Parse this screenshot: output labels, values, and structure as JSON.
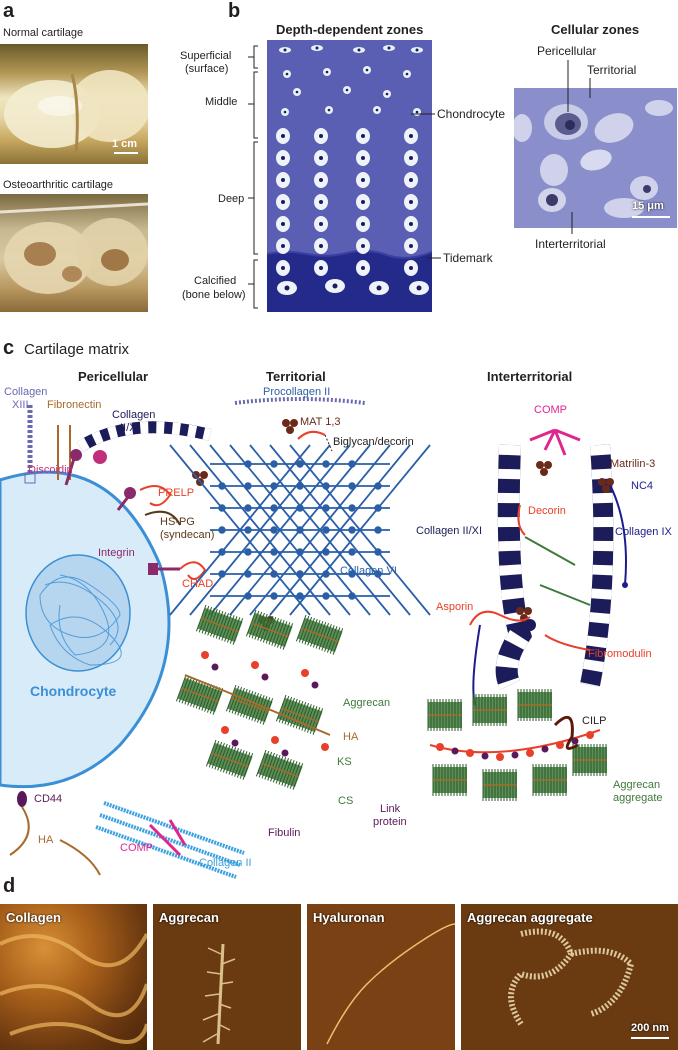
{
  "panel_a": {
    "letter": "a",
    "normal_label": "Normal cartilage",
    "oa_label": "Osteoarthritic cartilage",
    "scale": "1 cm"
  },
  "panel_b": {
    "letter": "b",
    "depth_title": "Depth-dependent zones",
    "cellular_title": "Cellular zones",
    "zones": {
      "superficial": "Superficial",
      "surface": "(surface)",
      "middle": "Middle",
      "deep": "Deep",
      "calcified": "Calcified",
      "bone_below": "(bone below)"
    },
    "chondrocyte": "Chondrocyte",
    "tidemark": "Tidemark",
    "pericellular": "Pericellular",
    "territorial": "Territorial",
    "interterritorial": "Interterritorial",
    "scale": "15 μm"
  },
  "panel_c": {
    "letter": "c",
    "title": "Cartilage matrix",
    "headers": {
      "pericellular": "Pericellular",
      "territorial": "Territorial",
      "interterritorial": "Interterritorial"
    },
    "labels": {
      "collagen_xiii_1": "Collagen",
      "collagen_xiii_2": "XIII",
      "fibronectin": "Fibronectin",
      "collagen_iixi_1": "Collagen",
      "collagen_iixi_2": "II/XI",
      "discoidin": "Discoidin",
      "prelp": "PRELP",
      "hspg_1": "HS-PG",
      "hspg_2": "(syndecan)",
      "integrin": "Integrin",
      "chad": "CHAD",
      "chondrocyte": "Chondrocyte",
      "cd44": "CD44",
      "ha_left": "HA",
      "comp_left": "COMP",
      "collagen_ii": "Collagen II",
      "procollagen": "Procollagen II",
      "mat13": "MAT 1,3",
      "biglycan": "Biglycan/decorin",
      "collagen_vi": "Collagen VI",
      "aggrecan": "Aggrecan",
      "ha_mid": "HA",
      "ks": "KS",
      "cs": "CS",
      "fibulin": "Fibulin",
      "comp_right": "COMP",
      "matrilin3": "Matrilin-3",
      "nc4": "NC4",
      "collagen_iixi_right": "Collagen II/XI",
      "collagen_ix": "Collagen IX",
      "decorin": "Decorin",
      "asporin": "Asporin",
      "fibromodulin": "Fibromodulin",
      "cilp": "CILP",
      "aggregate_1": "Aggrecan",
      "aggregate_2": "aggregate",
      "link_1": "Link",
      "link_2": "protein"
    }
  },
  "panel_d": {
    "letter": "d",
    "images": [
      "Collagen",
      "Aggrecan",
      "Hyaluronan",
      "Aggrecan aggregate"
    ],
    "scale": "200 nm"
  },
  "colors": {
    "depth_bg": "#5a5fb3",
    "calcified_bg": "#232a8a",
    "cell_bg": "#8a8fcc",
    "chondrocyte_blue": "#3a8fd6",
    "collagen_vi_blue": "#2a5fa8",
    "aggrecan_green": "#3f7a3a",
    "red_accent": "#e8402a",
    "magenta": "#e0258f",
    "purple": "#5a1a5a",
    "navy": "#1c1c5a"
  }
}
